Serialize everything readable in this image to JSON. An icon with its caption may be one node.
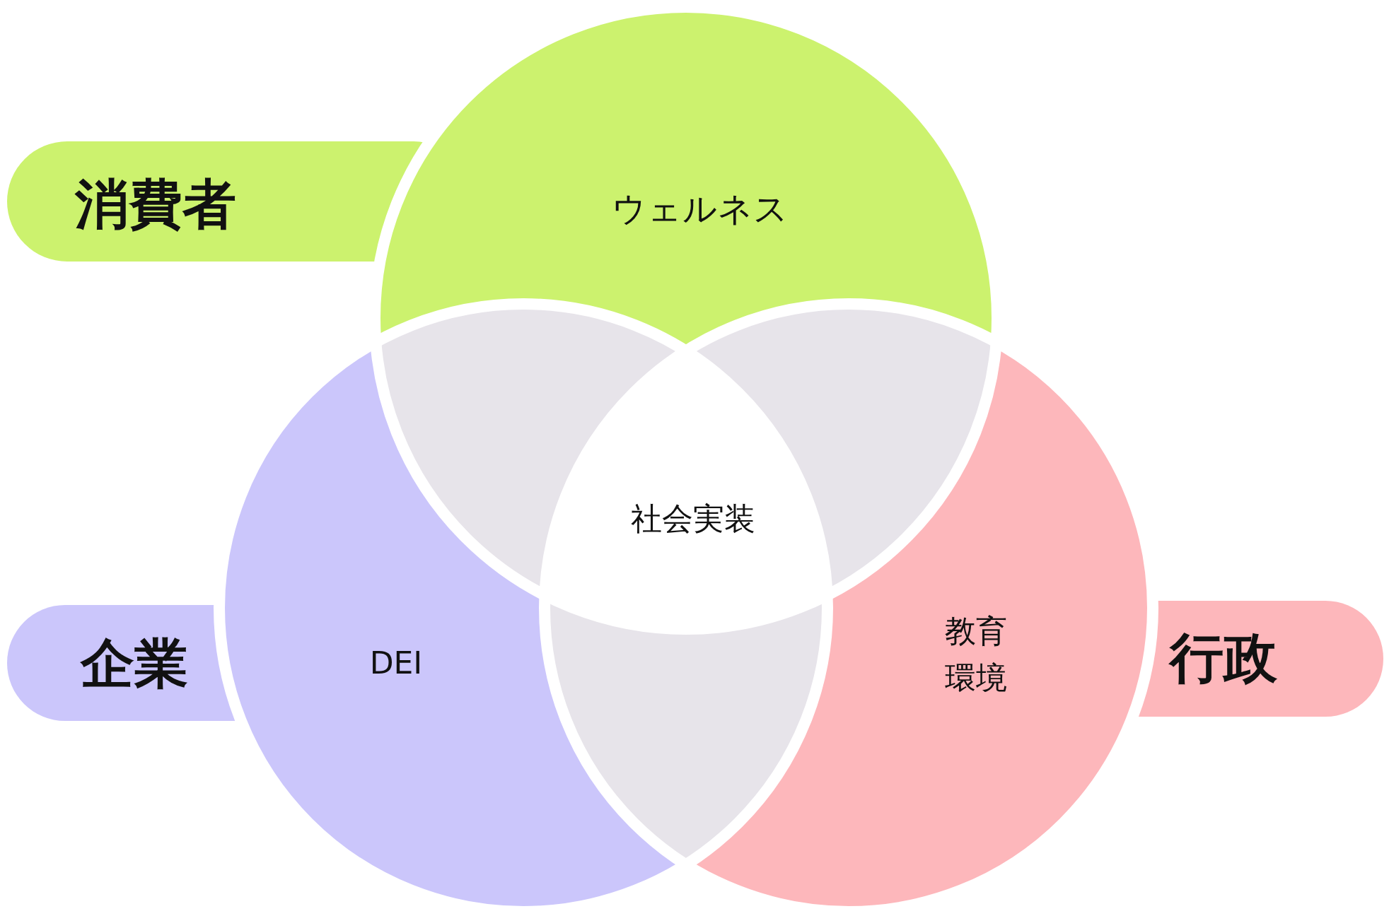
{
  "diagram": {
    "nodes": [
      {
        "text": [
          "消費者",
          "ウェルネス"
        ]
      },
      {
        "text": [
          "社会実装"
        ]
      },
      {
        "text": [
          "企業",
          "DEI"
        ]
      },
      {
        "text": [
          "教育環境",
          "行政"
        ]
      }
    ]
  }
}
